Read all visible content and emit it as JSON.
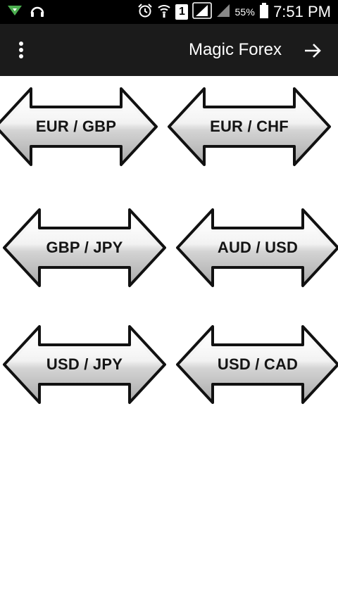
{
  "status_bar": {
    "battery_percent": "55%",
    "time": "7:51 PM",
    "sim_label": "1",
    "icons": [
      "notification-arrow-icon",
      "headset-icon",
      "alarm-icon",
      "wifi-icon",
      "sim-icon",
      "signal-icon",
      "signal-icon-2",
      "battery-icon"
    ]
  },
  "app_bar": {
    "title": "Magic Forex",
    "menu_icon": "overflow-menu-icon",
    "next_icon": "arrow-right-icon"
  },
  "pairs": [
    {
      "label": "EUR / GBP"
    },
    {
      "label": "EUR / CHF"
    },
    {
      "label": "GBP / JPY"
    },
    {
      "label": "AUD / USD"
    },
    {
      "label": "USD / JPY"
    },
    {
      "label": "USD / CAD"
    }
  ],
  "colors": {
    "statusbar_bg": "#000000",
    "appbar_bg": "#1b1b1b",
    "content_bg": "#ffffff",
    "notification_accent": "#4caf50"
  }
}
